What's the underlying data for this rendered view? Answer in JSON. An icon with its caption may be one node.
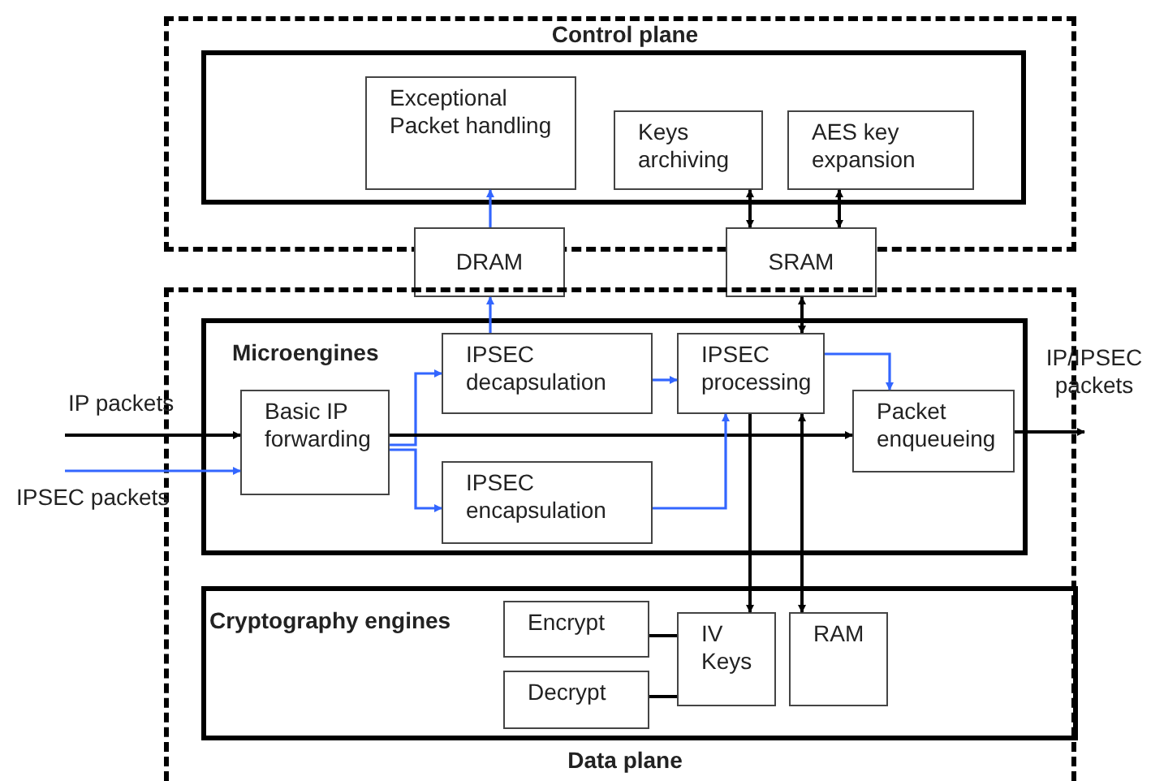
{
  "diagram": {
    "nodes": [
      {
        "text": [
          "Control plane"
        ]
      },
      {
        "text": [],
        "shape": "box",
        "in": 0
      },
      {
        "text": [
          "Exceptional Packet handling"
        ],
        "in": 1
      },
      {
        "text": [
          "Keys archiving"
        ],
        "in": 1
      },
      {
        "text": [
          "AES key expansion"
        ],
        "in": 1
      },
      {
        "text": [
          "DRAM"
        ]
      },
      {
        "text": [
          "SRAM"
        ]
      },
      {
        "text": [
          "Data plane"
        ]
      },
      {
        "text": [
          "Microengines"
        ],
        "in": 7
      },
      {
        "text": [
          "Basic IP forwarding"
        ],
        "in": 8
      },
      {
        "text": [
          "IPSEC decapsulation"
        ],
        "in": 8
      },
      {
        "text": [
          "IPSEC processing"
        ],
        "in": 8
      },
      {
        "text": [
          "IPSEC encapsulation"
        ],
        "in": 8
      },
      {
        "text": [
          "Packet enqueueing"
        ],
        "in": 8
      },
      {
        "text": [
          "Cryptography engines"
        ],
        "in": 7
      },
      {
        "text": [
          "Encrypt"
        ],
        "in": 14
      },
      {
        "text": [
          "Decrypt"
        ],
        "in": 14
      },
      {
        "text": [
          "IV Keys"
        ],
        "in": 14
      },
      {
        "text": [
          "RAM"
        ],
        "in": 14
      }
    ],
    "edges": [
      {
        "from": null,
        "to": 9,
        "arrow": "to"
      },
      {
        "from": null,
        "to": 9,
        "arrow": "to",
        "color": "#3366ff"
      },
      {
        "from": 9,
        "to": 10,
        "arrow": "to",
        "color": "#3366ff"
      },
      {
        "from": 9,
        "to": 12,
        "arrow": "to",
        "color": "#3366ff"
      },
      {
        "from": 9,
        "to": 13,
        "arrow": "to"
      },
      {
        "from": 10,
        "to": 5,
        "arrow": "to",
        "color": "#3366ff"
      },
      {
        "from": 5,
        "to": 2,
        "arrow": "to",
        "color": "#3366ff"
      },
      {
        "from": 10,
        "to": 11,
        "arrow": "to",
        "color": "#3366ff"
      },
      {
        "from": 12,
        "to": 11,
        "arrow": "to",
        "color": "#3366ff"
      },
      {
        "from": 11,
        "to": 13,
        "arrow": "to",
        "color": "#3366ff"
      },
      {
        "from": 13,
        "to": null,
        "arrow": "to"
      },
      {
        "from": 6,
        "to": 3,
        "arrow": "both"
      },
      {
        "from": 6,
        "to": 4,
        "arrow": "both"
      },
      {
        "from": 6,
        "to": 11,
        "arrow": "both"
      },
      {
        "from": 11,
        "to": 17,
        "arrow": "to"
      },
      {
        "from": 11,
        "to": 18,
        "arrow": "both"
      },
      {
        "from": 15,
        "to": 17,
        "arrow": "none"
      },
      {
        "from": 16,
        "to": 17,
        "arrow": "none"
      }
    ],
    "labels": [
      "IP packets",
      "IPSEC packets",
      "IP/IPSEC packets"
    ]
  }
}
